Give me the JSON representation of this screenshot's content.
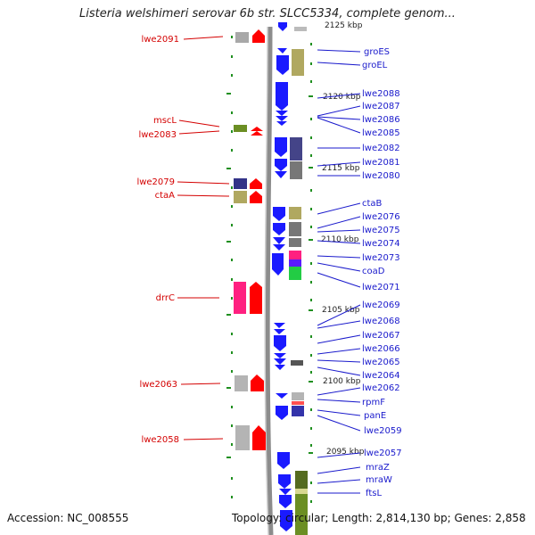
{
  "title": "Listeria welshimeri serovar 6b str. SLCC5334, complete genom...",
  "accession": "Accession: NC_008555",
  "summary": "Topology: circular; Length: 2,814,130 bp; Genes: 2,858",
  "scale_labels": [
    "2125 kbp",
    "2120 kbp",
    "2115 kbp",
    "2110 kbp",
    "2105 kbp",
    "2100 kbp",
    "2095 kbp"
  ],
  "left_genes": [
    "lwe2091",
    "mscL",
    "lwe2083",
    "lwe2079",
    "ctaA",
    "drrC",
    "lwe2063",
    "lwe2058"
  ],
  "right_genes": [
    "groES",
    "groEL",
    "lwe2088",
    "lwe2087",
    "lwe2086",
    "lwe2085",
    "lwe2082",
    "lwe2081",
    "lwe2080",
    "ctaB",
    "lwe2076",
    "lwe2075",
    "lwe2074",
    "lwe2073",
    "coaD",
    "lwe2071",
    "lwe2069",
    "lwe2068",
    "lwe2067",
    "lwe2066",
    "lwe2065",
    "lwe2064",
    "lwe2062",
    "rpmF",
    "panE",
    "lwe2059",
    "lwe2057",
    "mraZ",
    "mraW",
    "ftsL"
  ],
  "colors": {
    "forward_strand": "#ff0000",
    "reverse_strand": "#1a1aff",
    "left_label": "#d40000",
    "right_label": "#1a1acc",
    "backbone": "#8c8c8c",
    "tick": "#1f8f1f"
  }
}
